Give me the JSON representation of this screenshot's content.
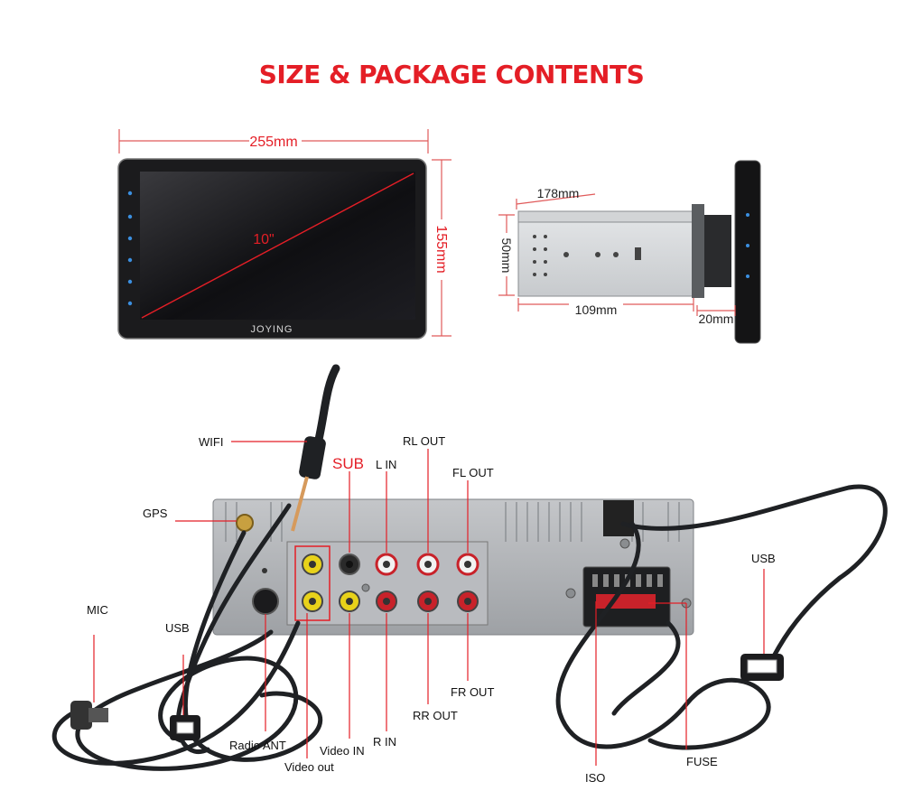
{
  "page": {
    "title": "SIZE & PACKAGE CONTENTS",
    "title_color": "#e41e26"
  },
  "front_view": {
    "width_label": "255mm",
    "height_label": "155mm",
    "diagonal_label": "10\"",
    "brand": "JOYING"
  },
  "side_view": {
    "length_label": "178mm",
    "height_label": "50mm",
    "depth_label": "109mm",
    "front_label": "20mm"
  },
  "connectors": {
    "wifi": "WIFI",
    "gps": "GPS",
    "mic": "MIC",
    "usb_left": "USB",
    "usb_right": "USB",
    "sub": "SUB",
    "l_in": "L IN",
    "rl_out": "RL OUT",
    "fl_out": "FL OUT",
    "radio_ant": "Radio ANT",
    "video_in": "Video IN",
    "video_out": "Video out",
    "r_in": "R IN",
    "rr_out": "RR OUT",
    "fr_out": "FR OUT",
    "iso": "ISO",
    "fuse": "FUSE"
  },
  "colors": {
    "accent": "#e41e26",
    "dimension_line": "#e05a5a",
    "rca_yellow": "#e8d21a",
    "rca_red": "#c8222a",
    "rca_white": "#f2f2f2",
    "chassis": "#a9abaf",
    "cable": "#1f2124"
  }
}
